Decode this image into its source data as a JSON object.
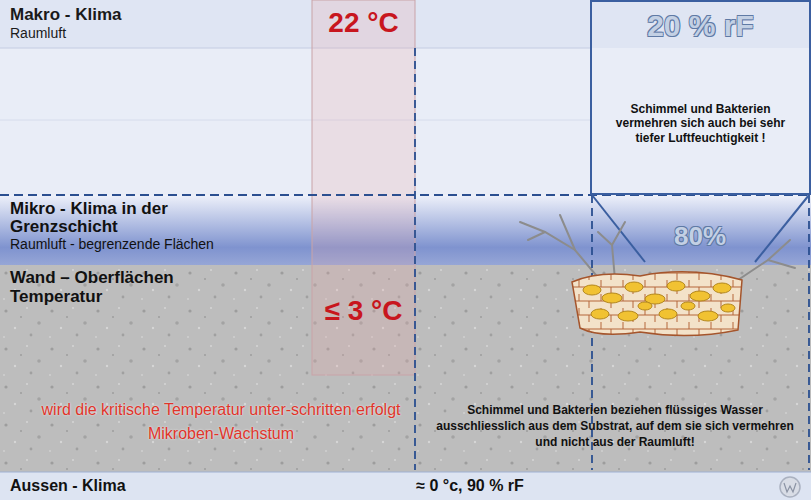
{
  "diagram": {
    "nodes": [
      {
        "text": [
          "Makro - Klima",
          "Raumluft"
        ]
      },
      {
        "text": [
          "20 % rF",
          "Schimmel und Bakterien vermehren sich auch bei sehr tiefer Luftfeuchtigkeit !"
        ],
        "in": 0
      },
      {
        "text": [
          "Mikro - Klima in der Grenzschicht",
          "Raumluft - begrenzende Flächen"
        ]
      },
      {
        "text": [
          "Wand – Oberflächen Temperatur"
        ]
      },
      {
        "text": [
          "Aussen - Klima"
        ]
      }
    ],
    "labels": [
      "22 °C",
      "80%",
      "≤ 3 °C",
      "wird die kritische Temperatur unter-schritten erfolgt Mikroben-Wachstum",
      "Schimmel und Bakterien beziehen flüssiges Wasser ausschliesslich aus dem Substrat, auf dem sie sich vermehren und nicht aus der Raumluft!",
      "≈ 0 °c, 90 % rF"
    ]
  }
}
